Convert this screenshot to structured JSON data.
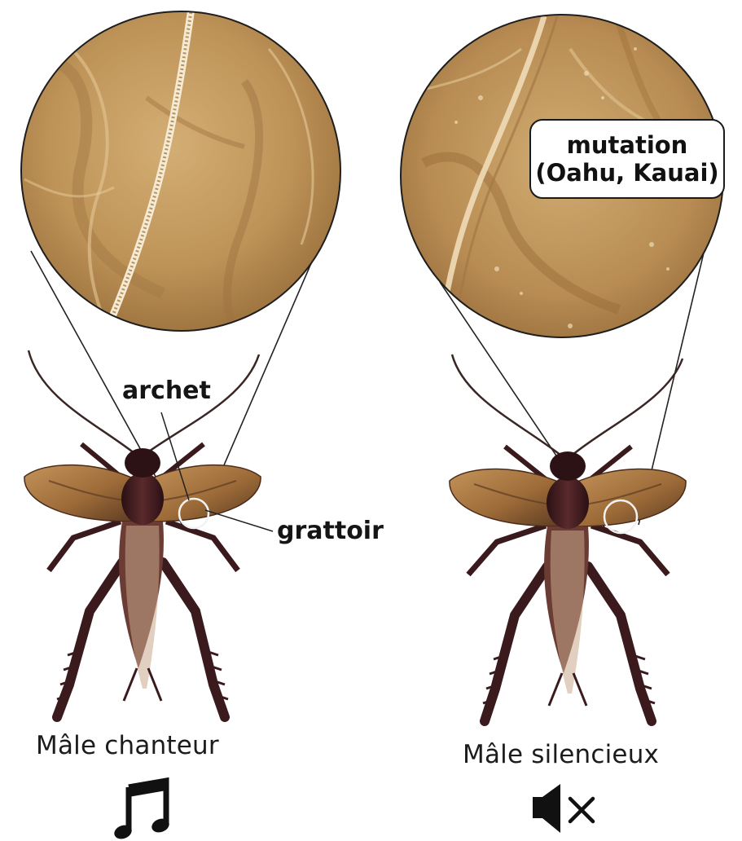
{
  "labels": {
    "bow": "archet",
    "scraper": "grattoir"
  },
  "callout": {
    "line1": "mutation",
    "line2": "(Oahu, Kauai)"
  },
  "captions": {
    "singing_male": "Mâle chanteur",
    "silent_male": "Mâle silencieux"
  },
  "icons": {
    "singing": "music-note-icon",
    "silent": "speaker-muted-icon"
  },
  "colors": {
    "wing_tan": "#a9763f",
    "magnifier_sand": "#c19a62",
    "body_dark": "#3b1a1d",
    "text": "#1c1c1c"
  }
}
